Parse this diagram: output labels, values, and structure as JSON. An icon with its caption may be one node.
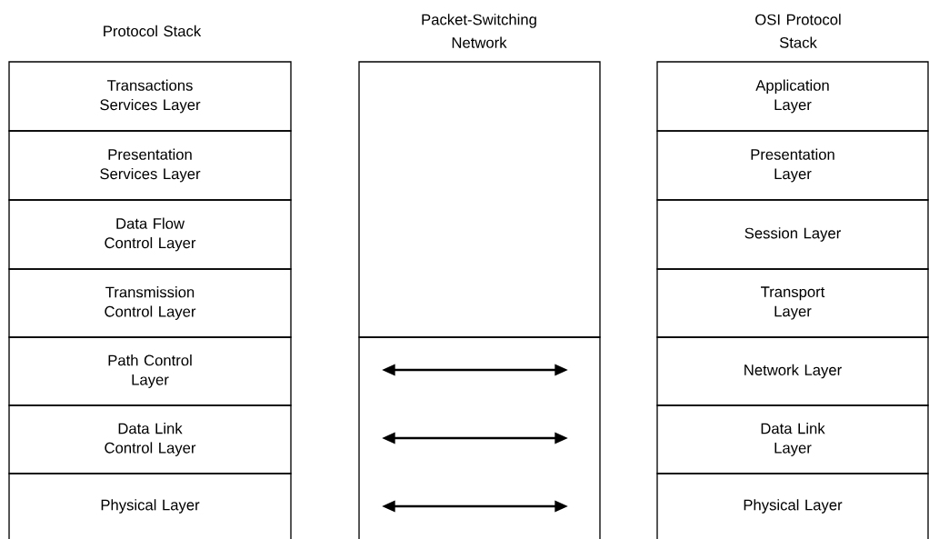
{
  "diagram": {
    "nodes": [
      {
        "text": [
          "Transactions Services Layer"
        ]
      },
      {
        "text": [
          "Presentation Services Layer"
        ]
      },
      {
        "text": [
          "Data Flow Control Layer"
        ]
      },
      {
        "text": [
          "Transmission Control Layer"
        ]
      },
      {
        "text": [
          "Path Control Layer"
        ]
      },
      {
        "text": [
          "Data Link Control Layer"
        ]
      },
      {
        "text": [
          "Physical Layer"
        ]
      },
      {
        "text": [],
        "shape": "box"
      },
      {
        "text": [],
        "shape": "box"
      },
      {
        "text": [
          "Application Layer"
        ]
      },
      {
        "text": [
          "Presentation Layer"
        ]
      },
      {
        "text": [
          "Session Layer"
        ]
      },
      {
        "text": [
          "Transport Layer"
        ]
      },
      {
        "text": [
          "Network Layer"
        ]
      },
      {
        "text": [
          "Data Link Layer"
        ]
      },
      {
        "text": [
          "Physical Layer"
        ]
      }
    ],
    "labels": [
      "Protocol Stack",
      "Packet-Switching Network",
      "OSI Protocol Stack"
    ]
  }
}
